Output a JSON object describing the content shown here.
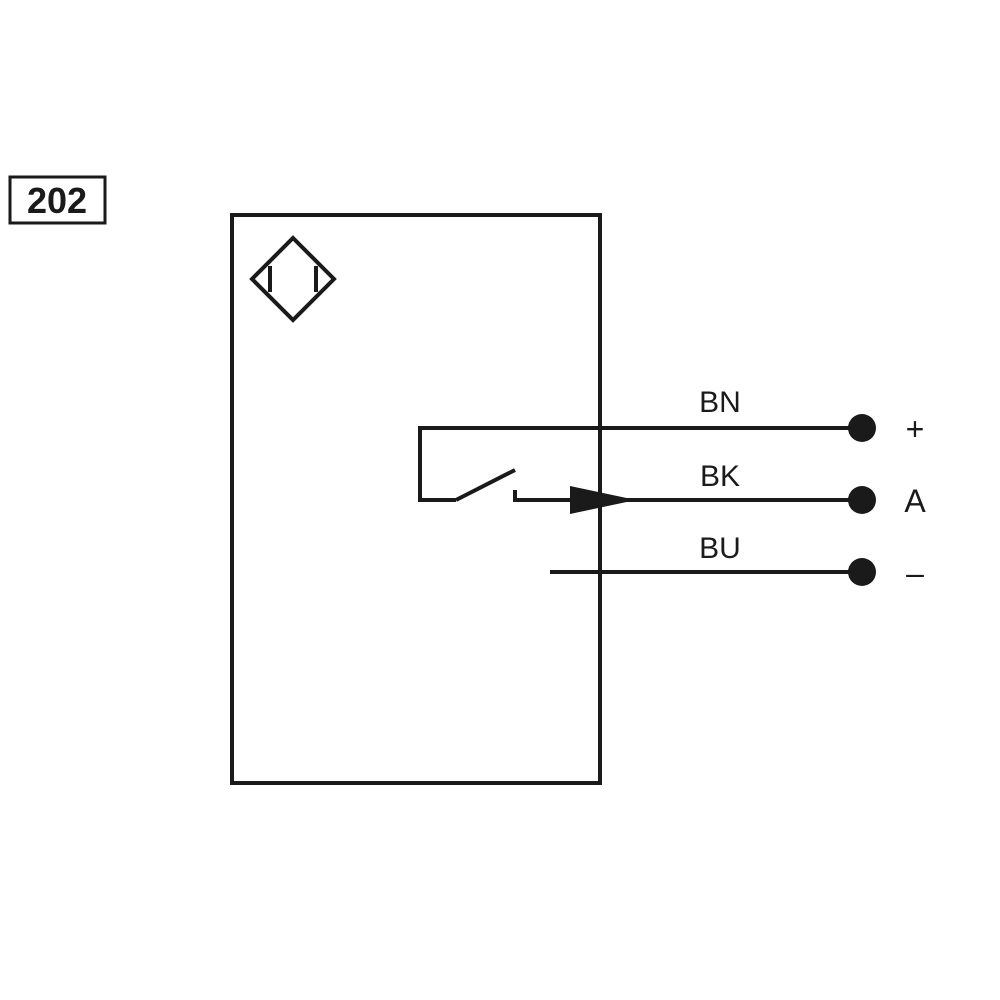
{
  "code_box": {
    "label": "202"
  },
  "sensor_symbol": {
    "icon": "inductive-sensor-icon"
  },
  "wires": [
    {
      "color_code": "BN",
      "terminal": "+"
    },
    {
      "color_code": "BK",
      "terminal": "A"
    },
    {
      "color_code": "BU",
      "terminal": "–"
    }
  ],
  "colors": {
    "line": "#1a1a1a",
    "background": "#ffffff"
  }
}
